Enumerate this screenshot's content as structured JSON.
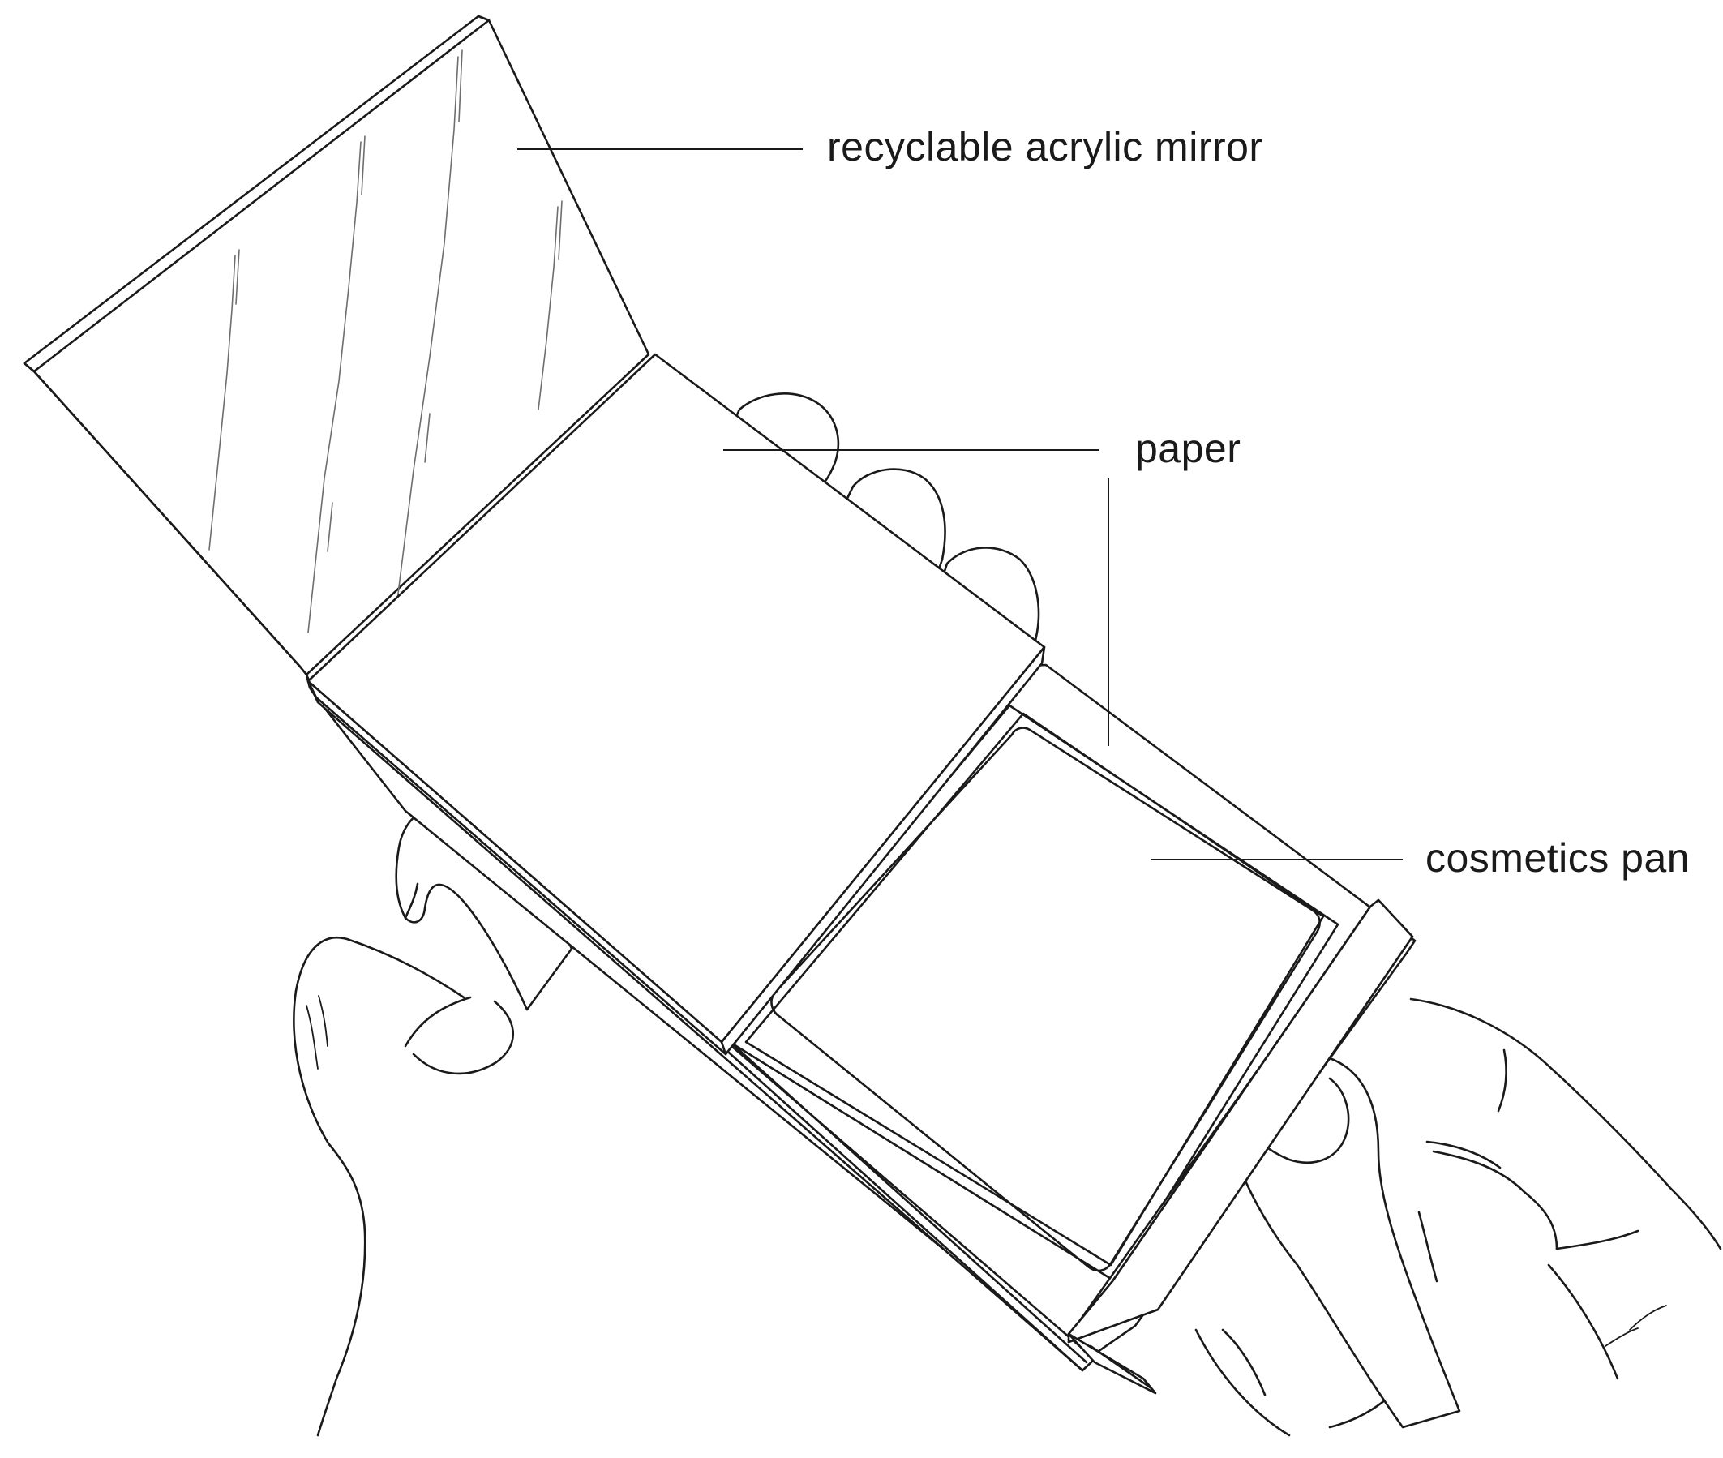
{
  "labels": {
    "mirror": "recyclable acrylic mirror",
    "paper": "paper",
    "pan": "cosmetics pan"
  },
  "colors": {
    "ink": "#1a1a1a",
    "glare": "#6e6e6e",
    "background": "#ffffff"
  }
}
